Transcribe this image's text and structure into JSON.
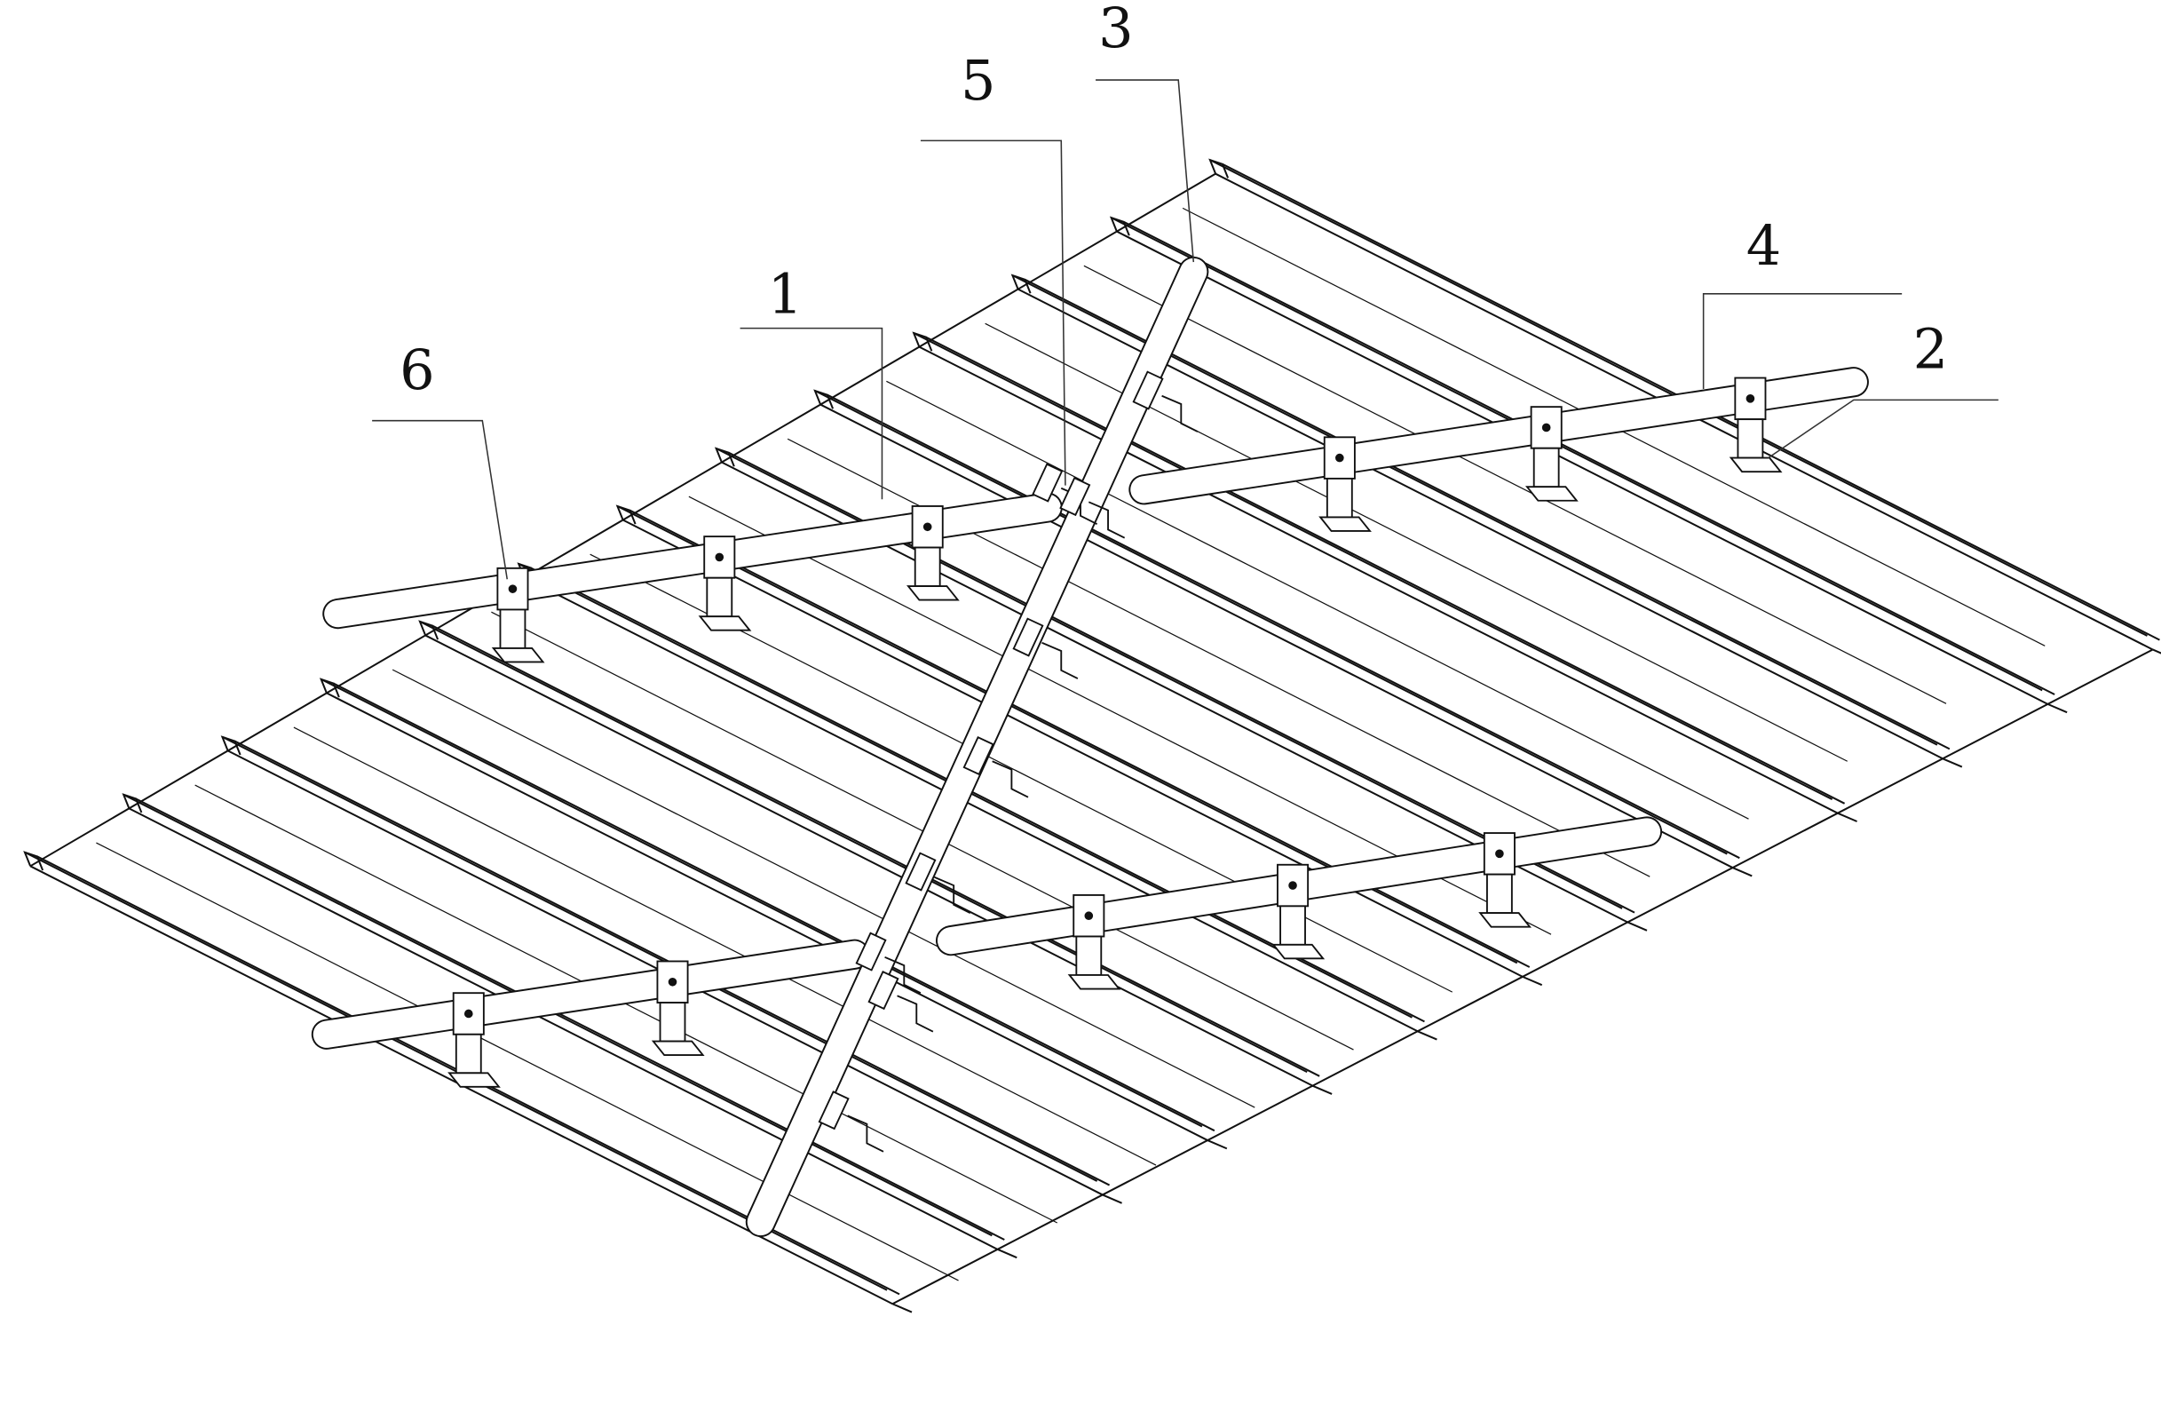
{
  "figure": {
    "labels": {
      "main_pipe": "3",
      "connector": "5",
      "cross_pipe_left": "1",
      "cross_pipe_right": "4",
      "roof_clamp": "2",
      "pipe_clamp": "6"
    },
    "colors": {
      "line": "#111111",
      "background": "#ffffff"
    }
  }
}
